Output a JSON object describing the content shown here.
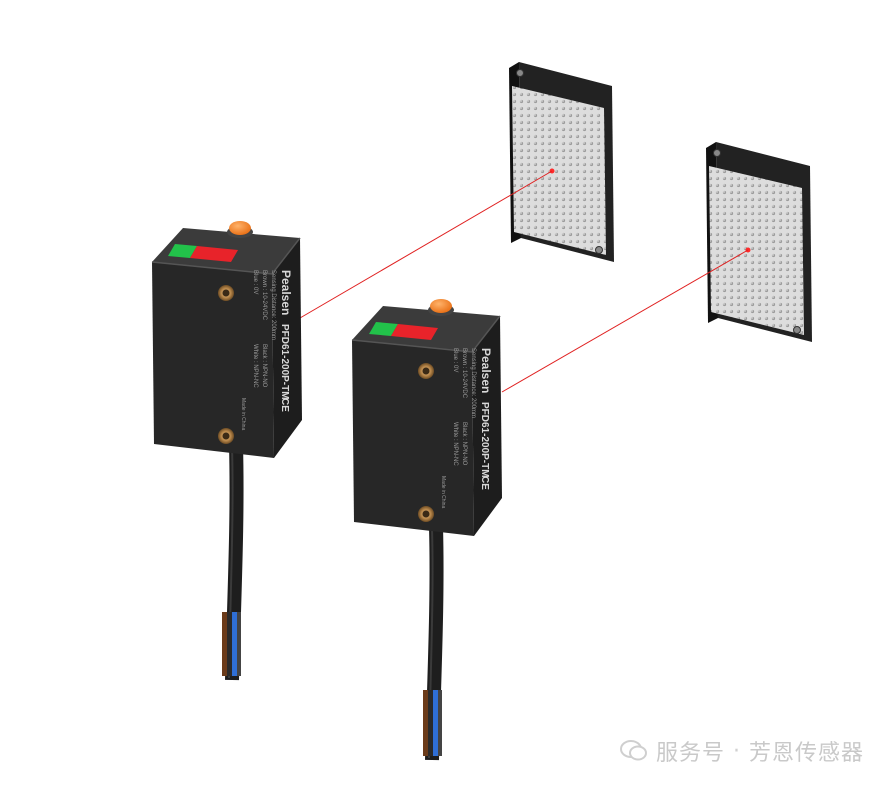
{
  "sensors": [
    {
      "brand": "Pealsen",
      "model": "PFD61-200P-TM",
      "sensing_distance": "Sensing Distance: 200mm",
      "wire_brown": "Brown : 10-24VDC",
      "wire_blue": "Blue : 0V",
      "wire_black": "Black : NPN-NO",
      "wire_white": "White : NPN-NC",
      "made_in": "Made in China",
      "ce_mark": "CE"
    },
    {
      "brand": "Pealsen",
      "model": "PFD61-200P-TM",
      "sensing_distance": "Sensing Distance: 200mm",
      "wire_brown": "Brown : 10-24VDC",
      "wire_blue": "Blue : 0V",
      "wire_black": "Black : NPN-NO",
      "wire_white": "White : NPN-NC",
      "made_in": "Made in China",
      "ce_mark": "CE"
    }
  ],
  "watermark": {
    "account": "服务号",
    "name": "芳恩传感器"
  },
  "colors": {
    "housing": "#2b2b2b",
    "housing_top": "#3a3a3a",
    "led_green": "#22c24a",
    "led_red": "#e8232a",
    "button_orange": "#f07a1c",
    "beam": "#e02020",
    "reflector_frame": "#262626",
    "reflector_face": "#cfcfcf"
  }
}
